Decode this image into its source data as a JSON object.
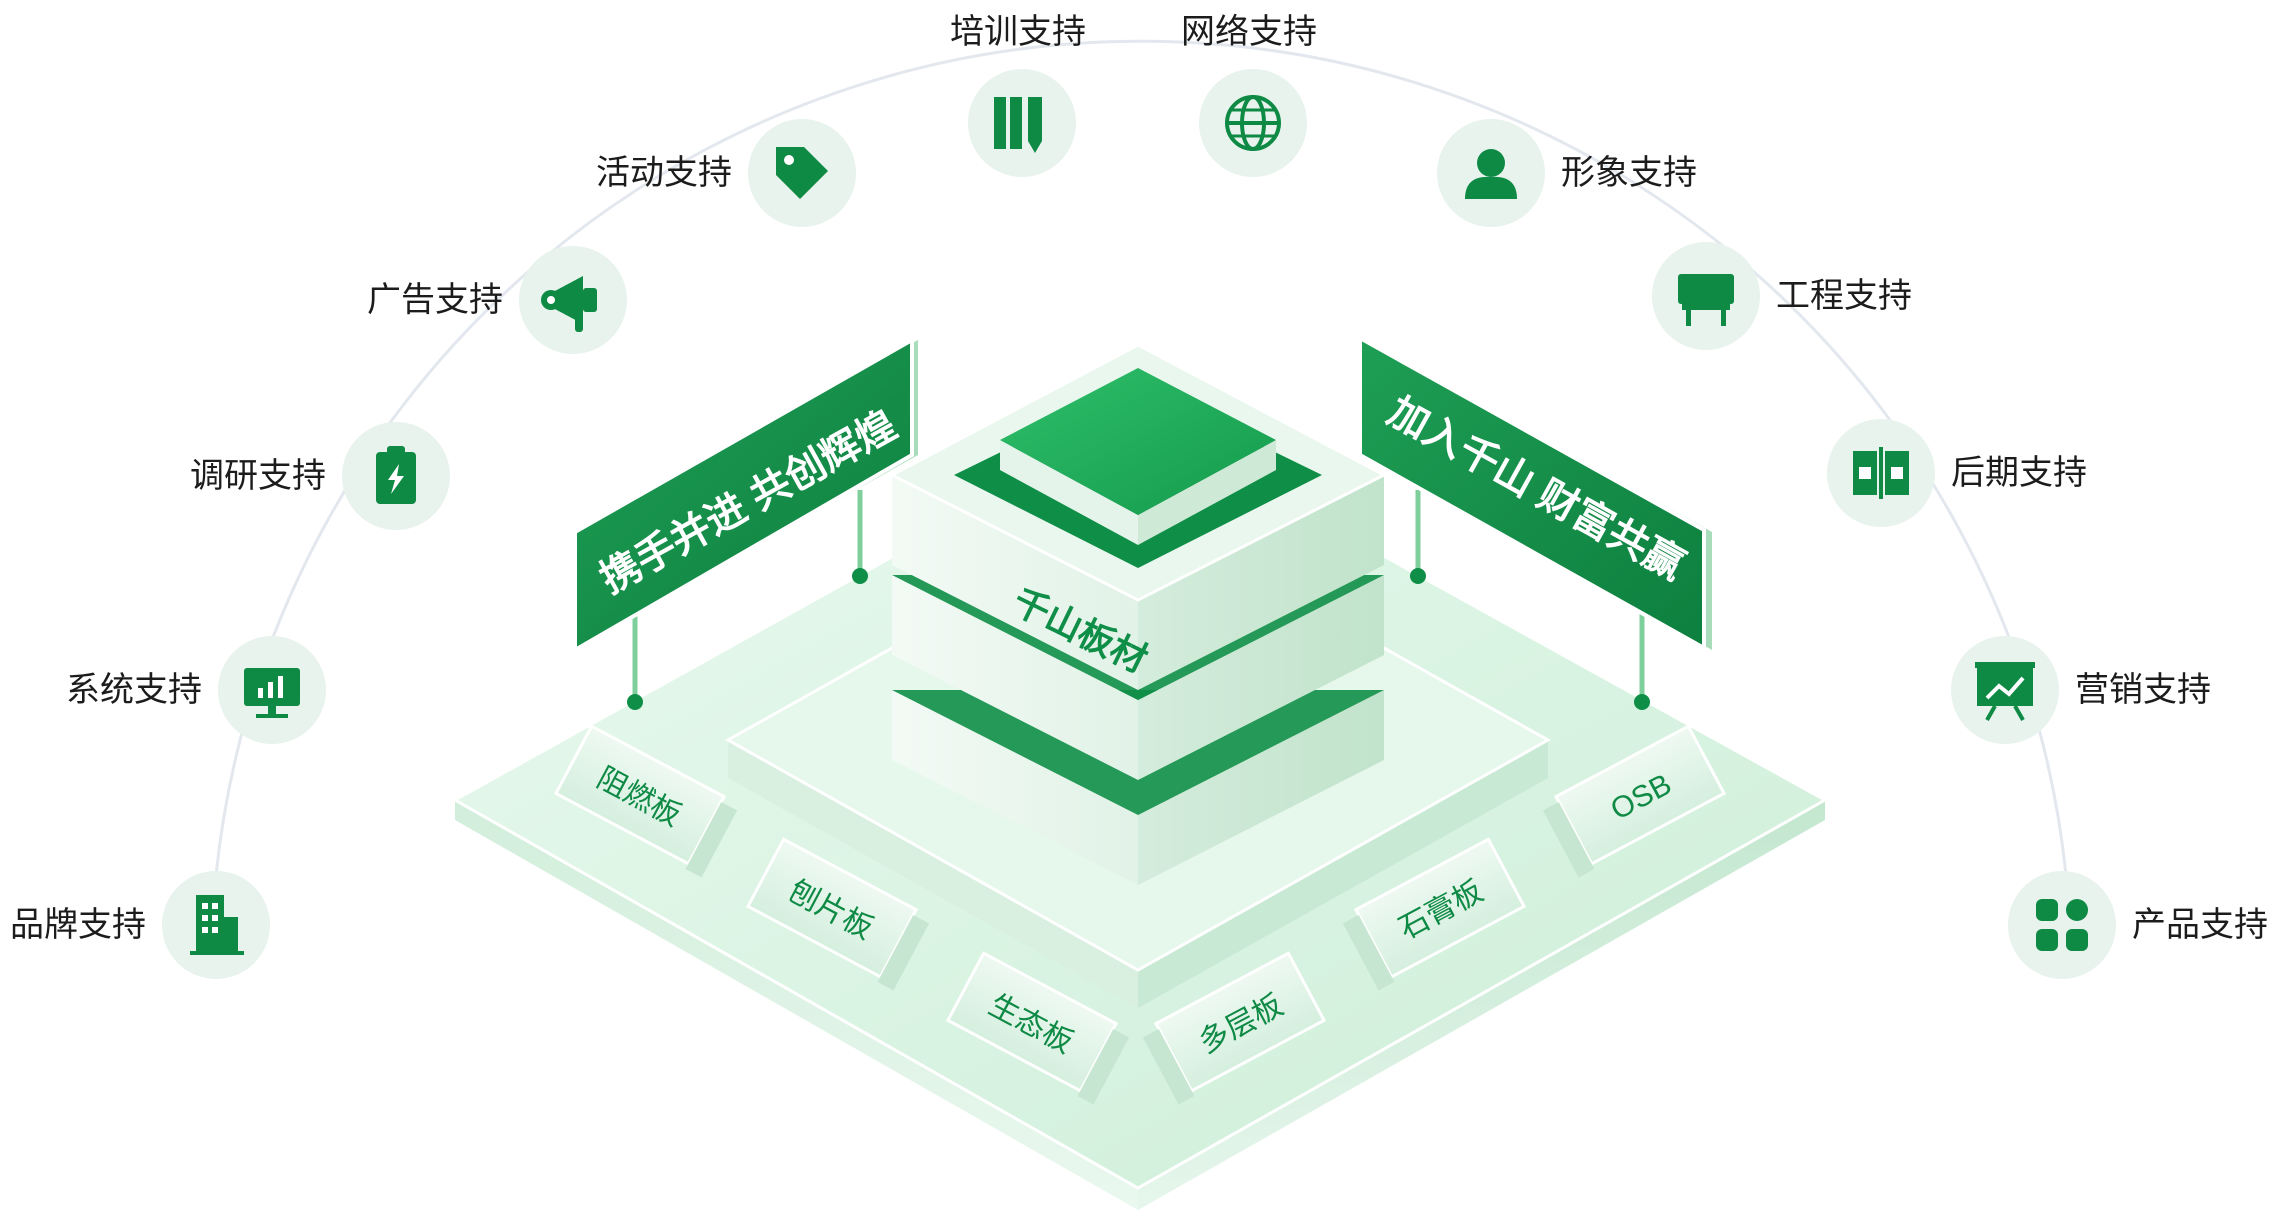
{
  "supports": [
    {
      "key": "brand",
      "label": "品牌支持",
      "icon": "building-icon"
    },
    {
      "key": "system",
      "label": "系统支持",
      "icon": "monitor-chart-icon"
    },
    {
      "key": "research",
      "label": "调研支持",
      "icon": "clipboard-bolt-icon"
    },
    {
      "key": "ads",
      "label": "广告支持",
      "icon": "megaphone-icon"
    },
    {
      "key": "events",
      "label": "活动支持",
      "icon": "tag-icon"
    },
    {
      "key": "training",
      "label": "培训支持",
      "icon": "books-icon"
    },
    {
      "key": "network",
      "label": "网络支持",
      "icon": "globe-icon"
    },
    {
      "key": "image",
      "label": "形象支持",
      "icon": "user-icon"
    },
    {
      "key": "engineering",
      "label": "工程支持",
      "icon": "easel-icon"
    },
    {
      "key": "aftercare",
      "label": "后期支持",
      "icon": "panel-split-icon"
    },
    {
      "key": "marketing",
      "label": "营销支持",
      "icon": "presentation-chart-icon"
    },
    {
      "key": "product",
      "label": "产品支持",
      "icon": "grid-apps-icon"
    }
  ],
  "center": {
    "brand": "千山板材",
    "banner_left": "携手并进  共创辉煌",
    "banner_right": "加入千山  财富共赢",
    "products": [
      "阻燃板",
      "刨片板",
      "生态板",
      "多层板",
      "石膏板",
      "OSB"
    ]
  },
  "colors": {
    "primary": "#0e8a45",
    "primary_light": "#22a85c",
    "icon_bg": "#e7f3ec",
    "platform": "#dff3e6"
  }
}
